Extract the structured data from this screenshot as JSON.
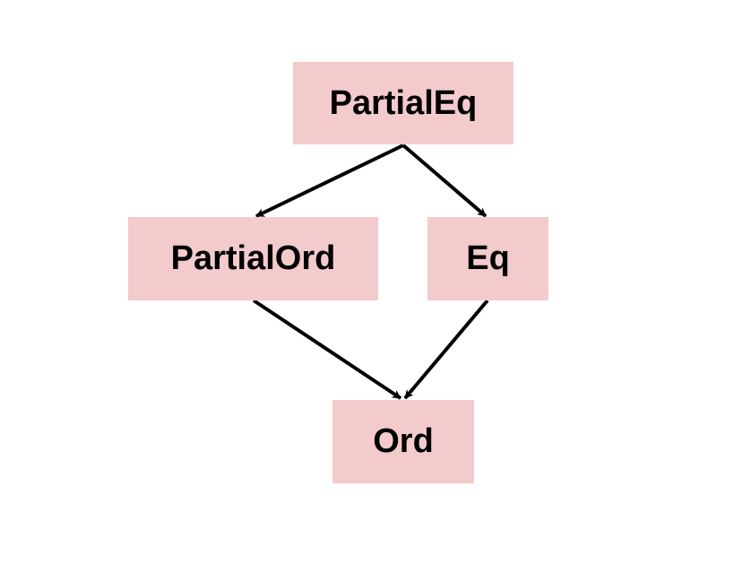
{
  "colors": {
    "node_fill": "#f3cbcd",
    "edge": "#000000",
    "text": "#000000"
  },
  "nodes": {
    "partialeq": "PartialEq",
    "partialord": "PartialOrd",
    "eq": "Eq",
    "ord": "Ord"
  },
  "edges": [
    {
      "from": "PartialEq",
      "to": "PartialOrd"
    },
    {
      "from": "PartialEq",
      "to": "Eq"
    },
    {
      "from": "PartialOrd",
      "to": "Ord"
    },
    {
      "from": "Eq",
      "to": "Ord"
    }
  ]
}
